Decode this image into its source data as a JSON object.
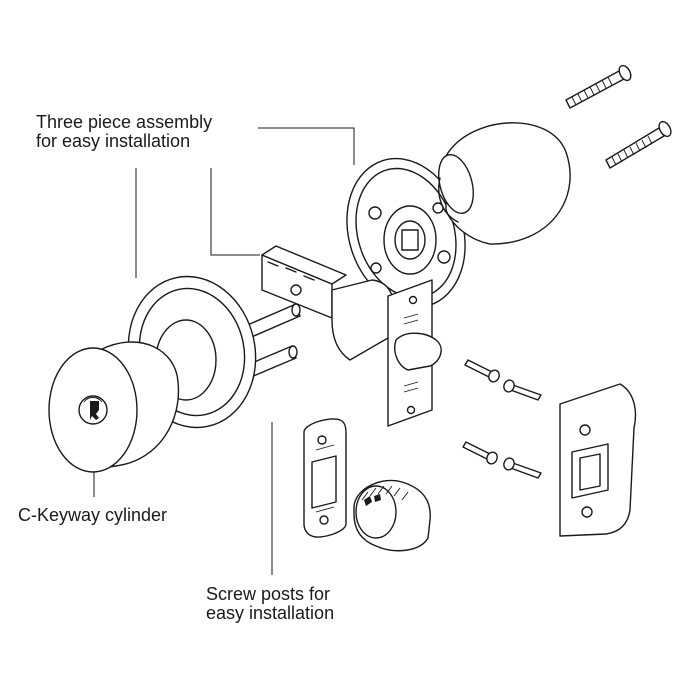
{
  "callouts": {
    "assembly": {
      "line1": "Three piece assembly",
      "line2": "for easy installation"
    },
    "cylinder": {
      "line1": "C-Keyway cylinder"
    },
    "posts": {
      "line1": "Screw posts for",
      "line2": "easy installation"
    }
  },
  "parts": [
    "rose-screw-icon",
    "interior-knob-icon",
    "interior-rose-icon",
    "latch-bolt-icon",
    "exterior-rose-icon",
    "exterior-knob-icon",
    "latch-screw-icon",
    "strike-plate-icon",
    "latch-faceplate-icon",
    "drive-in-adapter-icon"
  ],
  "colors": {
    "line": "#1a1a1a",
    "background": "#ffffff"
  }
}
